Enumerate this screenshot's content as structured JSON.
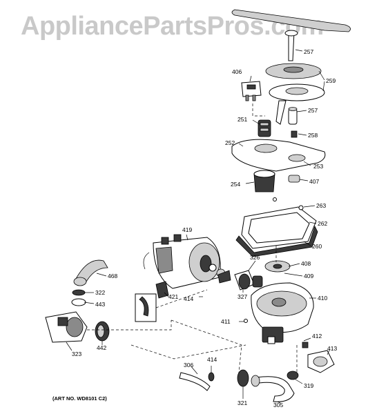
{
  "watermark": "AppliancePartsPros.com",
  "art_number": "(ART NO. WD8101 C2)",
  "callouts": {
    "p257a": "257",
    "p259": "259",
    "p406": "406",
    "p257b": "257",
    "p251": "251",
    "p258": "258",
    "p252": "252",
    "p253": "253",
    "p254": "254",
    "p407": "407",
    "p263": "263",
    "p262": "262",
    "p260": "260",
    "p419": "419",
    "p326": "326",
    "p408": "408",
    "p409": "409",
    "p468": "468",
    "p421": "421",
    "p414a": "414",
    "p327": "327",
    "p410": "410",
    "p322": "322",
    "p443": "443",
    "p411": "411",
    "p412": "412",
    "p413": "413",
    "p323": "323",
    "p442": "442",
    "p306": "306",
    "p414b": "414",
    "p319": "319",
    "p321": "321",
    "p305": "305"
  }
}
